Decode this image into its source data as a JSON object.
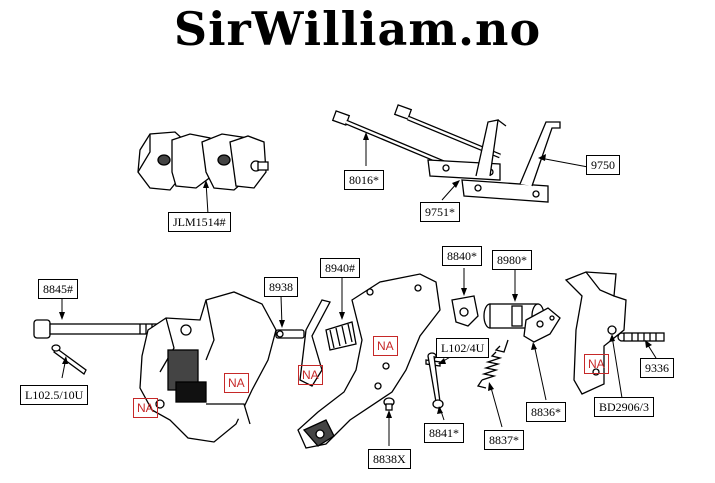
{
  "brand": "SirWilliam.no",
  "callouts": {
    "jlm1514": "JLM1514#",
    "p8016": "8016*",
    "p9751": "9751*",
    "p9750": "9750",
    "p8845": "8845#",
    "l102510u": "L102.5/10U",
    "p8938": "8938",
    "p8940": "8940#",
    "p8840": "8840*",
    "p8980": "8980*",
    "l1024u": "L102/4U",
    "p8841": "8841*",
    "p8837": "8837*",
    "p8838x": "8838X",
    "p8836": "8836*",
    "bd29063": "BD2906/3",
    "p9336": "9336"
  },
  "na_label": "NA",
  "colors": {
    "na": "#c62828",
    "ink": "#000000",
    "background": "#ffffff"
  }
}
